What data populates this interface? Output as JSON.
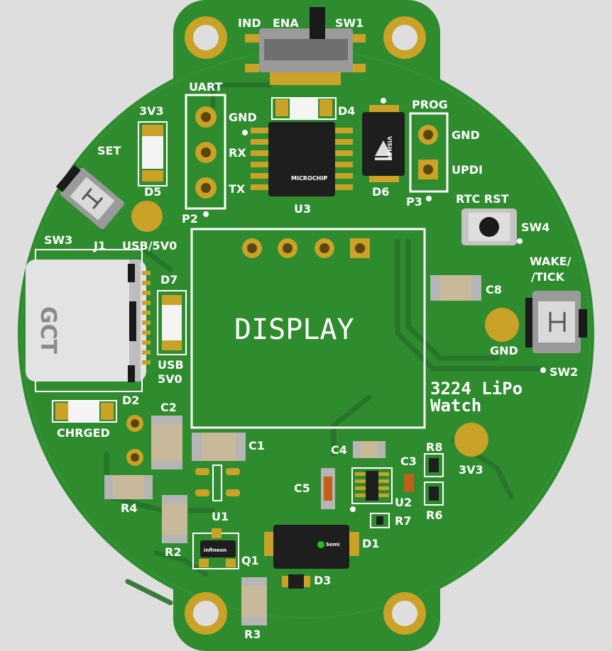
{
  "colors": {
    "background": "#dedede",
    "soldermask": "#2e8b2e",
    "silkscreen": "#ffffff",
    "copper_pad": "#c9a227",
    "ic_body": "#1e1e1e"
  },
  "labels": {
    "ind": "IND",
    "ena": "ENA",
    "sw1": "SW1",
    "uart": "UART",
    "v3_top": "3V3",
    "set": "SET",
    "gnd_uart": "GND",
    "rx": "RX",
    "tx": "TX",
    "d4": "D4",
    "d5": "D5",
    "d6": "D6",
    "u3": "U3",
    "microchip": "MICROCHIP",
    "vishay": "VISHAY",
    "prog": "PROG",
    "gnd_prog": "GND",
    "updi": "UPDI",
    "p2": "P2",
    "p3": "P3",
    "rtc_rst": "RTC RST",
    "sw3": "SW3",
    "sw4": "SW4",
    "j1": "J1",
    "usb5v0_top": "USB/5V0",
    "d7": "D7",
    "gct": "GCT",
    "display": "DISPLAY",
    "c8": "C8",
    "wake1": "WAKE/",
    "wake2": "/TICK",
    "gnd_right": "GND",
    "usb": "USB",
    "five_v0": "5V0",
    "sw2": "SW2",
    "d2": "D2",
    "c2": "C2",
    "watch1": "3224 LiPo",
    "watch2": "Watch",
    "chrged": "CHRGED",
    "c1": "C1",
    "c4": "C4",
    "r8": "R8",
    "c3": "C3",
    "v3_right": "3V3",
    "c5": "C5",
    "u2": "U2",
    "r6": "R6",
    "r4": "R4",
    "u1": "U1",
    "r7": "R7",
    "r2": "R2",
    "d1": "D1",
    "q1": "Q1",
    "infineon": "infineon",
    "d3": "D3",
    "r3": "R3",
    "semi": "Semi"
  }
}
